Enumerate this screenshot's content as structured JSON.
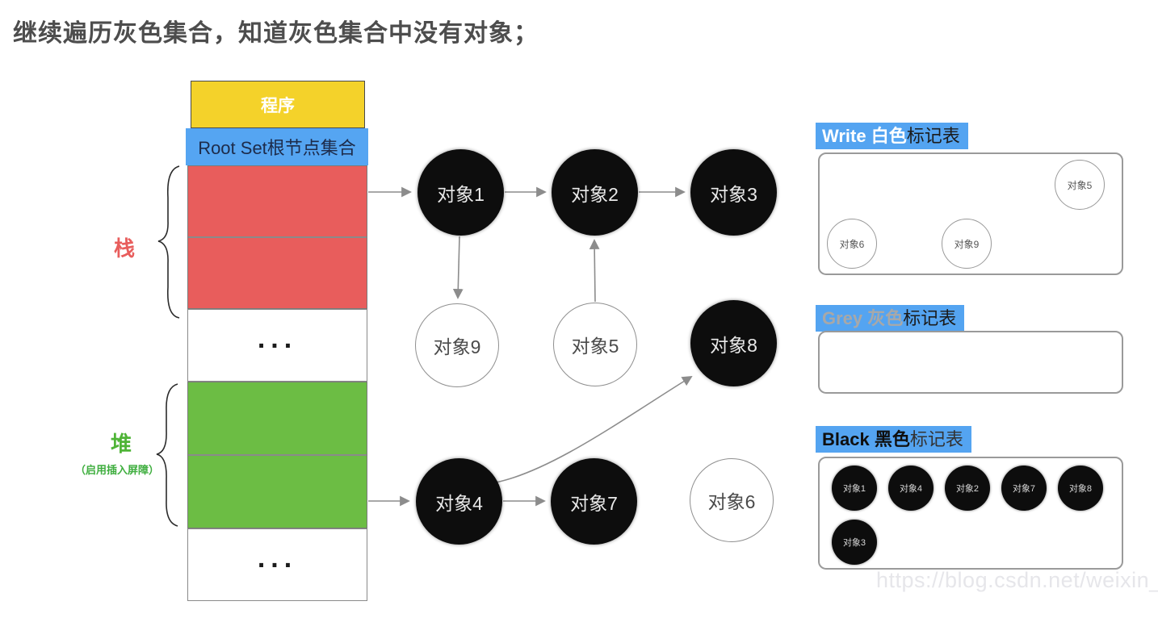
{
  "title": "继续遍历灰色集合，知道灰色集合中没有对象；",
  "memory_column": {
    "program": "程序",
    "root_set": "Root Set根节点集合",
    "stack_dots": "...",
    "heap_dots": "..."
  },
  "region_labels": {
    "stack": "栈",
    "heap": "堆",
    "heap_note": "（启用插入屏障）"
  },
  "graph": {
    "nodes": [
      {
        "label": "对象1",
        "color": "black"
      },
      {
        "label": "对象2",
        "color": "black"
      },
      {
        "label": "对象3",
        "color": "black"
      },
      {
        "label": "对象9",
        "color": "white"
      },
      {
        "label": "对象5",
        "color": "white"
      },
      {
        "label": "对象8",
        "color": "black"
      },
      {
        "label": "对象4",
        "color": "black"
      },
      {
        "label": "对象7",
        "color": "black"
      },
      {
        "label": "对象6",
        "color": "white"
      }
    ],
    "edges": [
      {
        "from": "栈(Root Set)",
        "to": "对象1"
      },
      {
        "from": "对象1",
        "to": "对象2"
      },
      {
        "from": "对象2",
        "to": "对象3"
      },
      {
        "from": "对象1",
        "to": "对象9"
      },
      {
        "from": "对象5",
        "to": "对象2"
      },
      {
        "from": "堆",
        "to": "对象4"
      },
      {
        "from": "对象4",
        "to": "对象7"
      },
      {
        "from": "对象4",
        "to": "对象8"
      }
    ]
  },
  "mark_tables": {
    "white": {
      "title_en": "Write 白色",
      "title_suffix": "标记表",
      "items": [
        "对象5",
        "对象6",
        "对象9"
      ]
    },
    "grey": {
      "title_en": "Grey 灰色",
      "title_suffix": "标记表",
      "items": []
    },
    "black": {
      "title_en": "Black 黑色",
      "title_suffix": "标记表",
      "items": [
        "对象1",
        "对象4",
        "对象2",
        "对象7",
        "对象8",
        "对象3"
      ]
    }
  },
  "watermark": "https://blog.csdn.net/weixin_",
  "colors": {
    "program_yellow": "#F4D22A",
    "highlight_blue": "#55A5F2",
    "stack_red": "#E85D5C",
    "heap_green": "#6CBD44",
    "arrow_gray": "#8C8C8C",
    "node_black": "#0D0D0D"
  }
}
